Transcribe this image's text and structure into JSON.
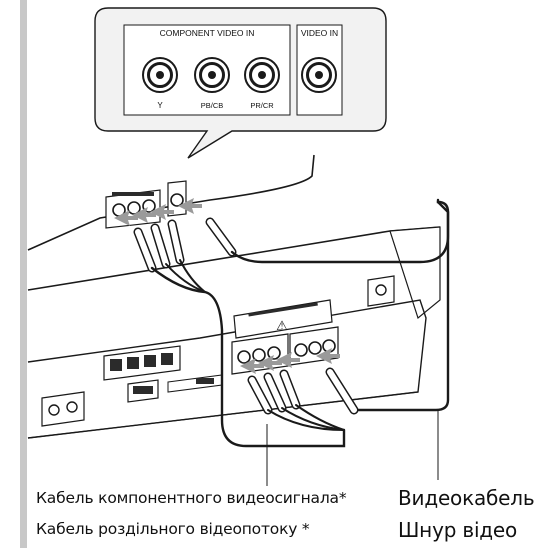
{
  "tv_panel": {
    "component_header": "COMPONENT VIDEO IN",
    "video_header": "VIDEO IN",
    "jack_labels": [
      "Y",
      "PB/CB",
      "PR/CR"
    ]
  },
  "captions": {
    "component_cable_ru": "Кабель компонентного видеосигнала*",
    "component_cable_uk": "Кабель роздільного відеопотоку *",
    "video_cable_ru": "Видеокабель",
    "video_cable_uk": "Шнур відео"
  },
  "colors": {
    "line": "#1a1a1a",
    "callout_fill": "#f2f2f2",
    "margin_bar": "#c8c8c8",
    "body_fill": "#ffffff",
    "shade": "#2b2b2b"
  }
}
